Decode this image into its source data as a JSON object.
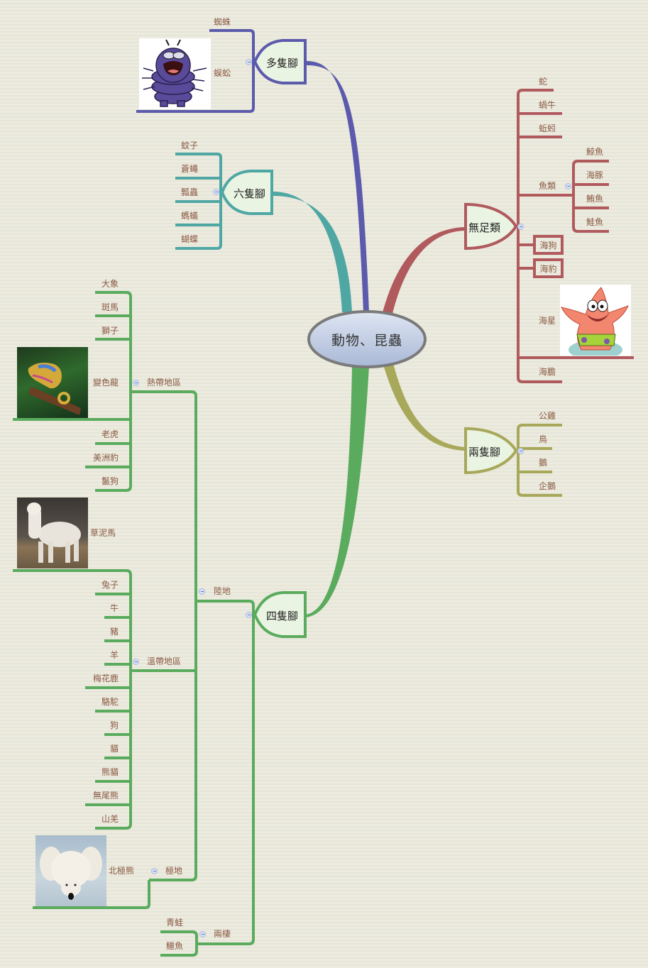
{
  "colors": {
    "background": "#ecebdf",
    "multi_leg": "#5b5aac",
    "six_leg": "#4fa7a4",
    "no_leg": "#b05a5e",
    "two_leg": "#a8a85a",
    "four_leg": "#5aab5e",
    "label_text": "#8b5a45",
    "central_fill": "#c5d1e6",
    "central_border": "#7a7a7a"
  },
  "central": {
    "label": "動物、昆蟲"
  },
  "branches": {
    "multi_leg": {
      "label": "多隻腳",
      "children": [
        "蜘蛛",
        "蜈蚣"
      ],
      "image": "purple-cartoon-bug-image"
    },
    "six_leg": {
      "label": "六隻腳",
      "children": [
        "蚊子",
        "蒼蠅",
        "瓢蟲",
        "螞蟻",
        "蝴蝶"
      ]
    },
    "no_leg": {
      "label": "無足類",
      "children": [
        "蛇",
        "蝸牛",
        "蚯蚓",
        "魚類",
        "海狗",
        "海豹",
        "海星",
        "海膽"
      ],
      "fish": {
        "label": "魚類",
        "children": [
          "鯨魚",
          "海豚",
          "鮪魚",
          "鮭魚"
        ]
      },
      "starfish_image": "patrick-starfish-image"
    },
    "two_leg": {
      "label": "兩隻腳",
      "children": [
        "公雞",
        "鳥",
        "鵝",
        "企鵝"
      ]
    },
    "four_leg": {
      "label": "四隻腳",
      "land": {
        "label": "陸地",
        "tropical": {
          "label": "熱帶地區",
          "children": [
            "大象",
            "斑馬",
            "獅子",
            "變色龍",
            "老虎",
            "美洲豹",
            "鬣狗"
          ],
          "image": "chameleon-photo"
        },
        "temperate": {
          "label": "溫帶地區",
          "children": [
            "草泥馬",
            "兔子",
            "牛",
            "豬",
            "羊",
            "梅花鹿",
            "駱駝",
            "狗",
            "貓",
            "熊貓",
            "無尾熊",
            "山羌"
          ],
          "image": "alpaca-photo"
        },
        "polar": {
          "label": "極地",
          "children": [
            "北極熊"
          ],
          "image": "polar-bear-photo"
        }
      },
      "amphibian": {
        "label": "兩棲",
        "children": [
          "青蛙",
          "鱷魚"
        ]
      }
    }
  }
}
